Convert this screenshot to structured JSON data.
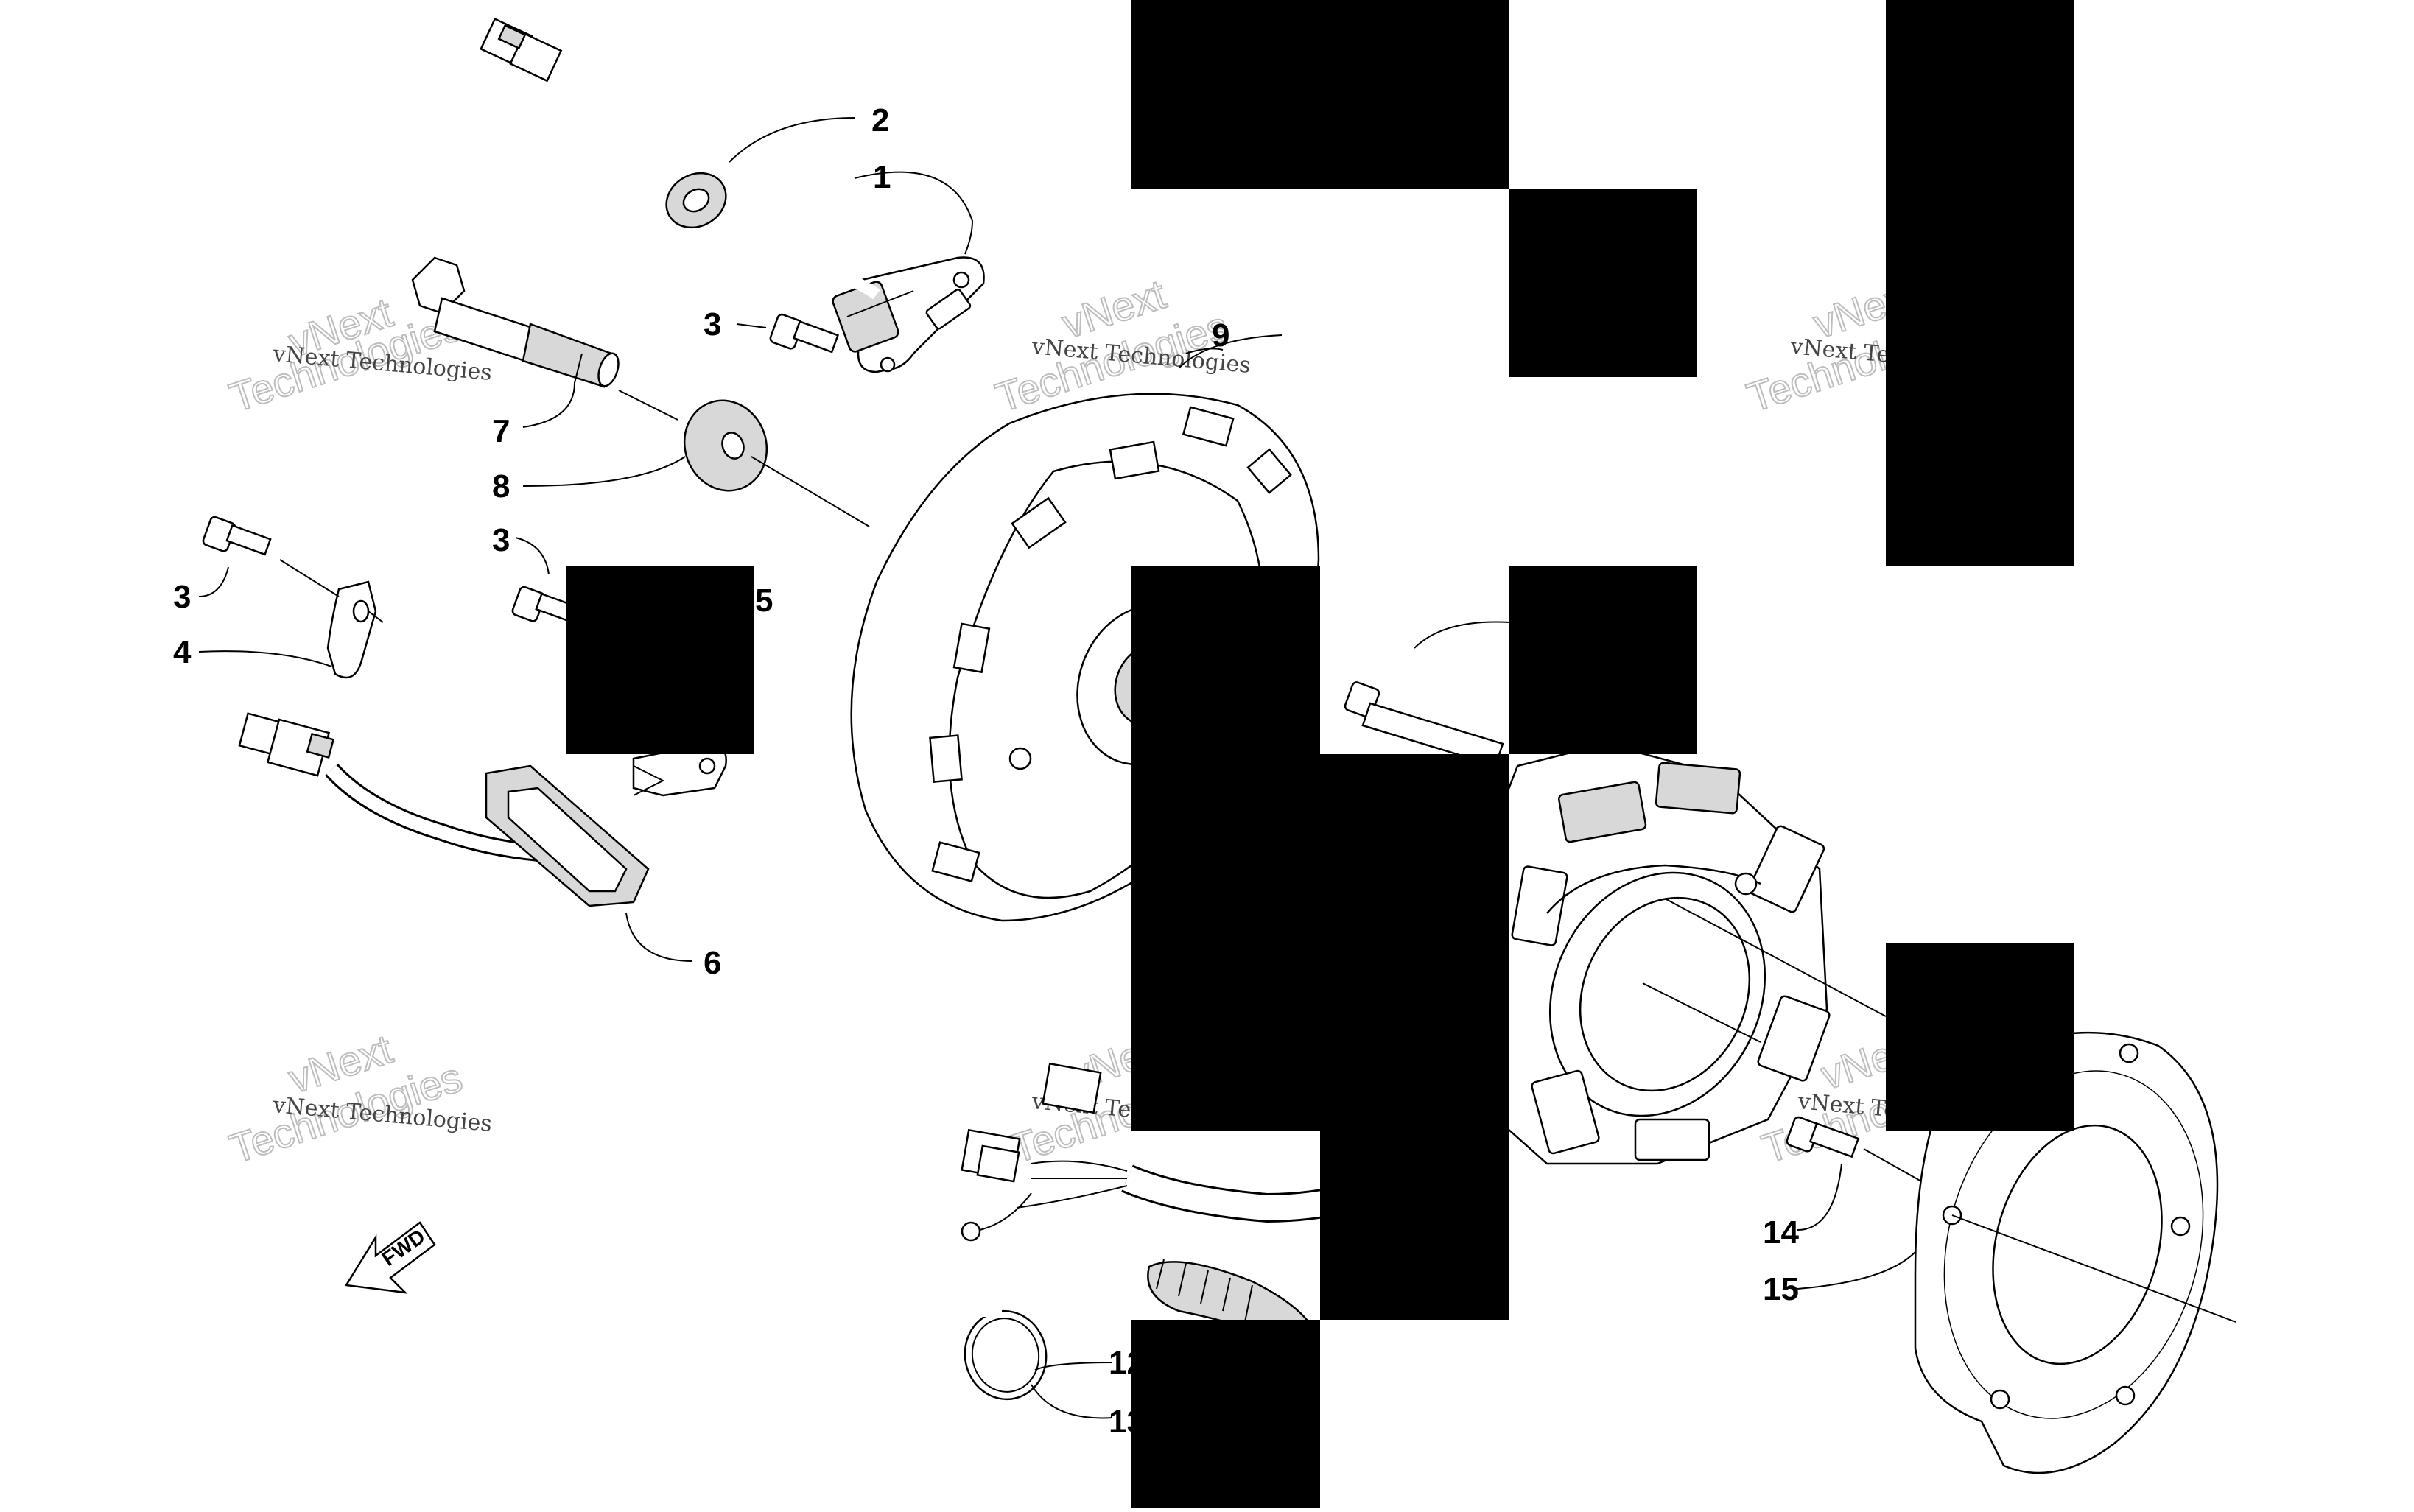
{
  "diagram": {
    "part_labels": [
      "1",
      "2",
      "3",
      "3",
      "3",
      "4",
      "5",
      "6",
      "7",
      "8",
      "9",
      "12",
      "13",
      "14",
      "15"
    ],
    "watermarks": {
      "small_text": "vNext Technologies",
      "large_line_1": "vNext",
      "large_line_2": "Technologies"
    },
    "fwd_arrow_label": "FWD"
  }
}
